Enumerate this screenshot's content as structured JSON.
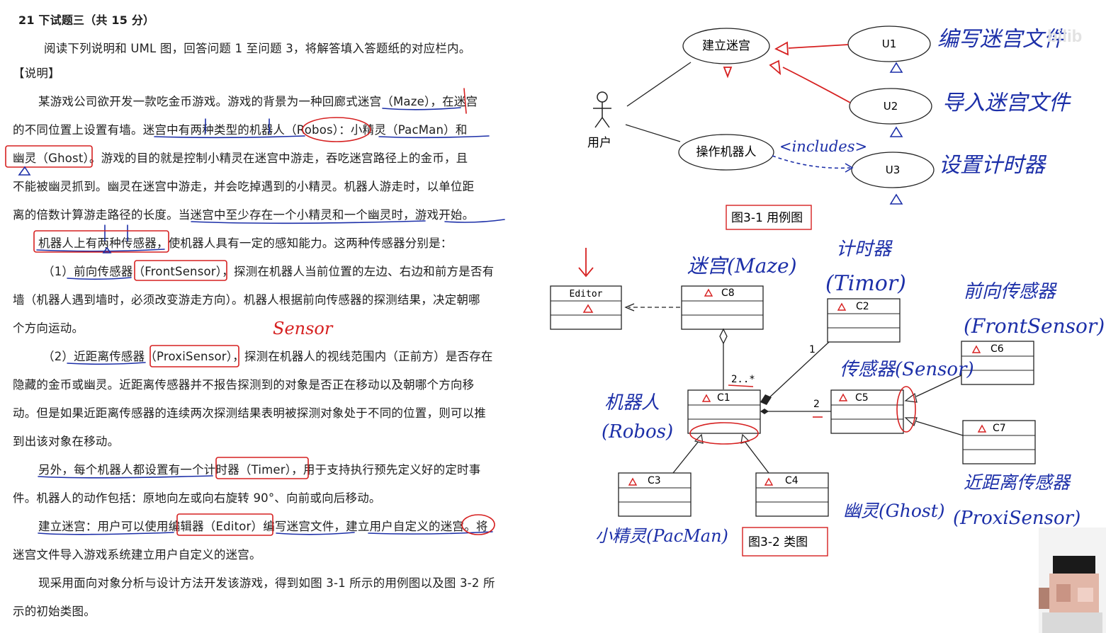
{
  "doc": {
    "lines": [
      "21 下试题三（共 15 分）",
      "阅读下列说明和 UML 图，回答问题 1 至问题 3，将解答填入答题纸的对应栏内。",
      "【说明】",
      "某游戏公司欲开发一款吃金币游戏。游戏的背景为一种回廊式迷宫（Maze），在迷宫",
      "的不同位置上设置有墙。迷宫中有两种类型的机器人（Robos）：小精灵（PacMan）和",
      "幽灵（Ghost）。游戏的目的就是控制小精灵在迷宫中游走，吞吃迷宫路径上的金币，且",
      "不能被幽灵抓到。幽灵在迷宫中游走，并会吃掉遇到的小精灵。机器人游走时，以单位距",
      "离的倍数计算游走路径的长度。当迷宫中至少存在一个小精灵和一个幽灵时，游戏开始。",
      "机器人上有两种传感器，使机器人具有一定的感知能力。这两种传感器分别是：",
      "（1）前向传感器（FrontSensor），探测在机器人当前位置的左边、右边和前方是否有",
      "墙（机器人遇到墙时，必须改变游走方向）。机器人根据前向传感器的探测结果，决定朝哪",
      "个方向运动。",
      "（2）近距离传感器（ProxiSensor），探测在机器人的视线范围内（正前方）是否存在",
      "隐藏的金币或幽灵。近距离传感器并不报告探测到的对象是否正在移动以及朝哪个方向移",
      "动。但是如果近距离传感器的连续两次探测结果表明被探测对象处于不同的位置，则可以推",
      "到出该对象在移动。",
      "另外，每个机器人都设置有一个计时器（Timer），用于支持执行预先定义好的定时事",
      "件。机器人的动作包括：原地向左或向右旋转 90°、向前或向后移动。",
      "建立迷宫：用户可以使用编辑器（Editor）编写迷宫文件，建立用户自定义的迷宫。将",
      "迷宫文件导入游戏系统建立用户自定义的迷宫。",
      "现采用面向对象分析与设计方法开发该游戏，得到如图 3-1 所示的用例图以及图 3-2 所",
      "示的初始类图。"
    ],
    "margin_note": "Sensor"
  },
  "usecase": {
    "actor": "用户",
    "uc_build": "建立迷宫",
    "uc_operate": "操作机器人",
    "u1": "U1",
    "u2": "U2",
    "u3": "U3",
    "includes_note": "<includes>",
    "note_u1": "编写迷宫文件",
    "note_u2": "导入迷宫文件",
    "note_u3": "设置计时器",
    "caption": "图3-1 用例图"
  },
  "classdiagram": {
    "editor": "Editor",
    "c1": "C1",
    "c2": "C2",
    "c3": "C3",
    "c4": "C4",
    "c5": "C5",
    "c6": "C6",
    "c7": "C7",
    "c8": "C8",
    "mult_c1": "2..*",
    "mult_c2": "1",
    "mult_c5": "2",
    "note_maze": "迷宫(Maze)",
    "note_timer_cn": "计时器",
    "note_timer_en": "(Timor)",
    "note_front_cn": "前向传感器",
    "note_front_en": "(FrontSensor)",
    "note_sensor": "传感器(Sensor)",
    "note_robos_cn": "机器人",
    "note_robos_en": "(Robos)",
    "note_pacman": "小精灵(PacMan)",
    "note_ghost": "幽灵(Ghost)",
    "note_proxi_cn": "近距离传感器",
    "note_proxi_en": "(ProxiSensor)",
    "caption": "图3-2 类图"
  },
  "watermark": "bilib",
  "colors": {
    "annotation_blue": "#1c2fa8",
    "annotation_red": "#d62020"
  }
}
